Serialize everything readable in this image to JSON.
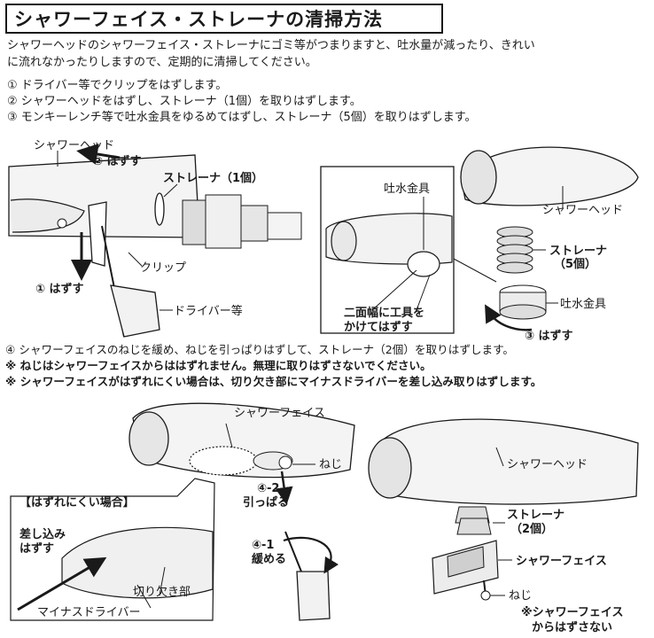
{
  "title": "シャワーフェイス・ストレーナの清掃方法",
  "intro": [
    "シャワーヘッドのシャワーフェイス・ストレーナにゴミ等がつまりますと、吐水量が減ったり、きれい",
    "に流れなかったりしますので、定期的に清掃してください。"
  ],
  "steps": [
    "① ドライバー等でクリップをはずします。",
    "② シャワーヘッドをはずし、ストレーナ（1個）を取りはずします。",
    "③ モンキーレンチ等で吐水金具をゆるめてはずし、ストレーナ（5個）を取りはずします。"
  ],
  "step4": {
    "main": "④ シャワーフェイスのねじを緩め、ねじを引っぱりはずして、ストレーナ（2個）を取りはずします。",
    "note1": "※ ねじはシャワーフェイスからははずれません。無理に取りはずさないでください。",
    "note2": "※ シャワーフェイスがはずれにくい場合は、切り欠き部にマイナスドライバーを差し込み取りはずします。"
  },
  "fig1": {
    "shower_head": "シャワーヘッド",
    "remove_2": "② はずす",
    "strainer_1": "ストレーナ（1個）",
    "clip": "クリップ",
    "remove_1": "① はずす",
    "screwdriver": "ドライバー等"
  },
  "fig2": {
    "spout_fitting_callout": "吐水金具",
    "two_flat_line1": "二面幅に工具を",
    "two_flat_line2": "かけてはずす",
    "shower_head": "シャワーヘッド",
    "strainer_label": "ストレーナ",
    "strainer_count": "（5個）",
    "spout_fitting": "吐水金具",
    "remove_3": "③ はずす"
  },
  "fig3": {
    "shower_face": "シャワーフェイス",
    "screw": "ねじ",
    "step_4_2": "④-2",
    "pull": "引っぱる",
    "step_4_1": "④-1",
    "loosen": "緩める",
    "hard_case": "【はずれにくい場合】",
    "insert_line1": "差し込み",
    "insert_line2": "はずす",
    "notch": "切り欠き部",
    "flat_driver": "マイナスドライバー"
  },
  "fig4": {
    "shower_head": "シャワーヘッド",
    "strainer_label": "ストレーナ",
    "strainer_count": "（2個）",
    "shower_face": "シャワーフェイス",
    "screw": "ねじ",
    "note_line1": "※シャワーフェイス",
    "note_line2": "からはずさない"
  }
}
